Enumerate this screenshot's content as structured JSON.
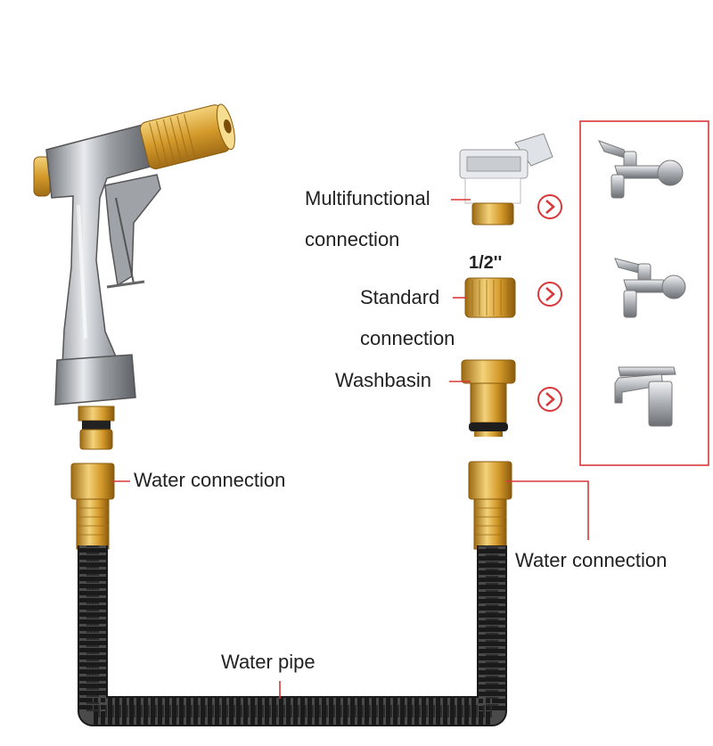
{
  "labels": {
    "multifunctional_line1": "Multifunctional",
    "multifunctional_line2": "connection",
    "size": "1/2''",
    "standard_line1": "Standard",
    "standard_line2": "connection",
    "washbasin": "Washbasin",
    "water_connection_left": "Water connection",
    "water_connection_right": "Water connection",
    "water_pipe": "Water pipe"
  },
  "colors": {
    "pointer": "#d9383a",
    "frame": "#d9383a",
    "brass": "#d9a334",
    "hose": "#1a1a1a",
    "chrome": "#b9bcc0"
  },
  "icons": [
    "spray-gun-icon",
    "faucet-wall-icon",
    "faucet-tap-icon",
    "faucet-basin-icon",
    "arrow-right-icon"
  ]
}
